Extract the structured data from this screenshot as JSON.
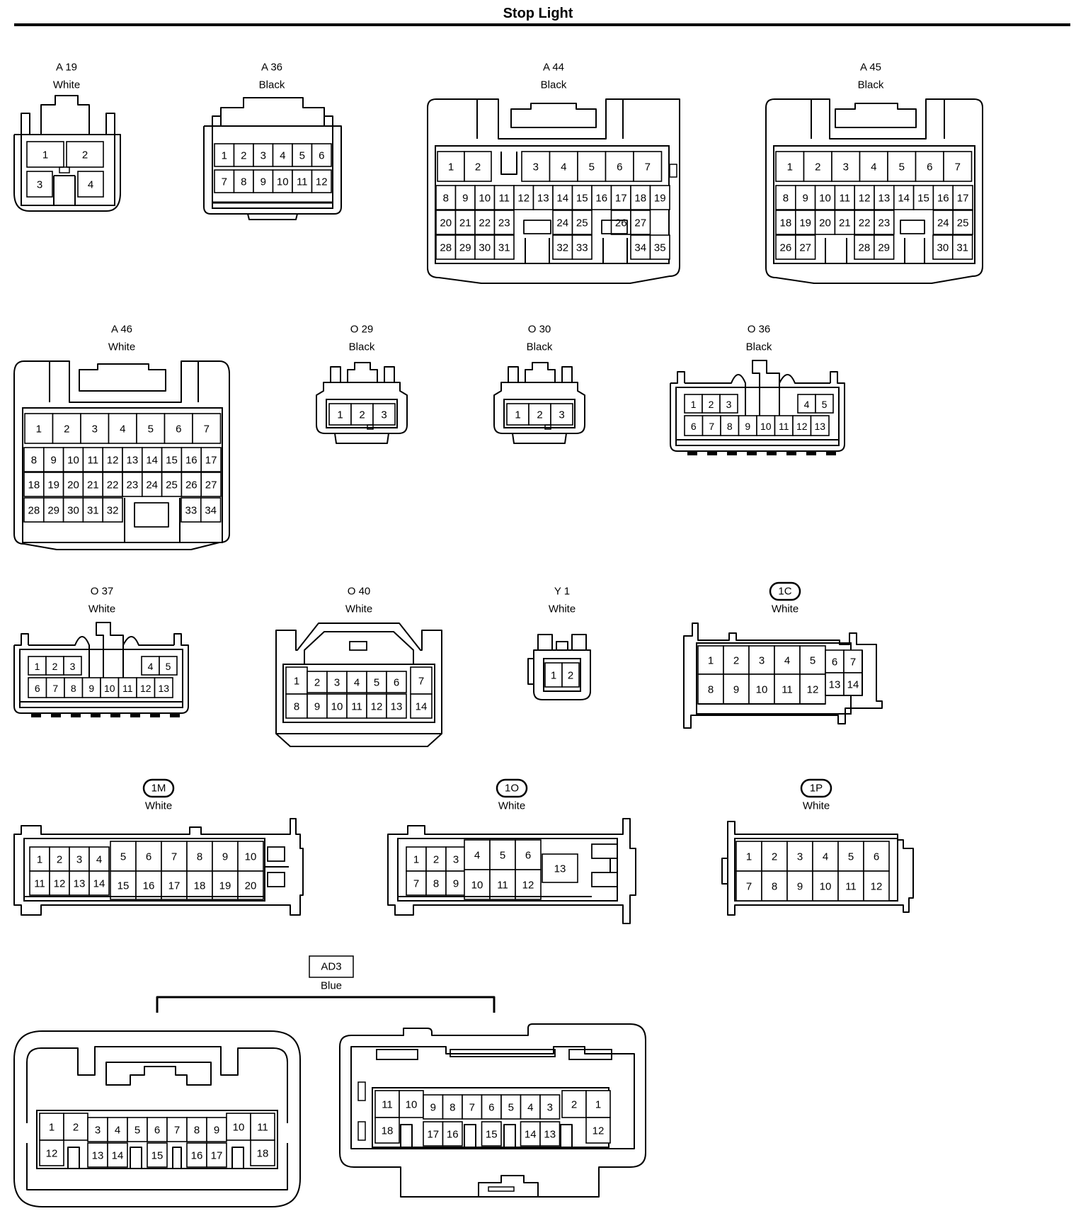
{
  "page": {
    "title": "Stop Light"
  },
  "connectors": [
    {
      "id": "a19",
      "code": "A 19",
      "color": "White",
      "badge": false,
      "pins": [
        "1",
        "2",
        "3",
        "4"
      ]
    },
    {
      "id": "a36",
      "code": "A 36",
      "color": "Black",
      "badge": false,
      "pins": [
        "1",
        "2",
        "3",
        "4",
        "5",
        "6",
        "7",
        "8",
        "9",
        "10",
        "11",
        "12"
      ]
    },
    {
      "id": "a44",
      "code": "A 44",
      "color": "Black",
      "badge": false,
      "pins": [
        "1",
        "2",
        "3",
        "4",
        "5",
        "6",
        "7",
        "8",
        "9",
        "10",
        "11",
        "12",
        "13",
        "14",
        "15",
        "16",
        "17",
        "18",
        "19",
        "20",
        "21",
        "22",
        "23",
        "24",
        "25",
        "26",
        "27",
        "28",
        "29",
        "30",
        "31",
        "32",
        "33",
        "34",
        "35"
      ]
    },
    {
      "id": "a45",
      "code": "A 45",
      "color": "Black",
      "badge": false,
      "pins": [
        "1",
        "2",
        "3",
        "4",
        "5",
        "6",
        "7",
        "8",
        "9",
        "10",
        "11",
        "12",
        "13",
        "14",
        "15",
        "16",
        "17",
        "18",
        "19",
        "20",
        "21",
        "22",
        "23",
        "24",
        "25",
        "26",
        "27",
        "28",
        "29",
        "30",
        "31"
      ]
    },
    {
      "id": "a46",
      "code": "A 46",
      "color": "White",
      "badge": false,
      "pins": [
        "1",
        "2",
        "3",
        "4",
        "5",
        "6",
        "7",
        "8",
        "9",
        "10",
        "11",
        "12",
        "13",
        "14",
        "15",
        "16",
        "17",
        "18",
        "19",
        "20",
        "21",
        "22",
        "23",
        "24",
        "25",
        "26",
        "27",
        "28",
        "29",
        "30",
        "31",
        "32",
        "33",
        "34"
      ]
    },
    {
      "id": "o29",
      "code": "O 29",
      "color": "Black",
      "badge": false,
      "pins": [
        "1",
        "2",
        "3"
      ]
    },
    {
      "id": "o30",
      "code": "O 30",
      "color": "Black",
      "badge": false,
      "pins": [
        "1",
        "2",
        "3"
      ]
    },
    {
      "id": "o36",
      "code": "O 36",
      "color": "Black",
      "badge": false,
      "pins": [
        "1",
        "2",
        "3",
        "4",
        "5",
        "6",
        "7",
        "8",
        "9",
        "10",
        "11",
        "12",
        "13"
      ]
    },
    {
      "id": "o37",
      "code": "O 37",
      "color": "White",
      "badge": false,
      "pins": [
        "1",
        "2",
        "3",
        "4",
        "5",
        "6",
        "7",
        "8",
        "9",
        "10",
        "11",
        "12",
        "13"
      ]
    },
    {
      "id": "o40",
      "code": "O 40",
      "color": "White",
      "badge": false,
      "pins": [
        "1",
        "2",
        "3",
        "4",
        "5",
        "6",
        "7",
        "8",
        "9",
        "10",
        "11",
        "12",
        "13",
        "14"
      ]
    },
    {
      "id": "y1",
      "code": "Y 1",
      "color": "White",
      "badge": false,
      "pins": [
        "1",
        "2"
      ]
    },
    {
      "id": "c1c",
      "code": "1C",
      "color": "White",
      "badge": true,
      "pins": [
        "1",
        "2",
        "3",
        "4",
        "5",
        "6",
        "7",
        "8",
        "9",
        "10",
        "11",
        "12",
        "13",
        "14"
      ]
    },
    {
      "id": "c1m",
      "code": "1M",
      "color": "White",
      "badge": true,
      "pins": [
        "1",
        "2",
        "3",
        "4",
        "5",
        "6",
        "7",
        "8",
        "9",
        "10",
        "11",
        "12",
        "13",
        "14",
        "15",
        "16",
        "17",
        "18",
        "19",
        "20"
      ]
    },
    {
      "id": "c1o",
      "code": "1O",
      "color": "White",
      "badge": true,
      "pins": [
        "1",
        "2",
        "3",
        "4",
        "5",
        "6",
        "7",
        "8",
        "9",
        "10",
        "11",
        "12",
        "13"
      ]
    },
    {
      "id": "c1p",
      "code": "1P",
      "color": "White",
      "badge": true,
      "pins": [
        "1",
        "2",
        "3",
        "4",
        "5",
        "6",
        "7",
        "8",
        "9",
        "10",
        "11",
        "12"
      ]
    },
    {
      "id": "ad3",
      "code": "AD3",
      "color": "Blue",
      "badge": "box",
      "pins": [
        "1",
        "2",
        "3",
        "4",
        "5",
        "6",
        "7",
        "8",
        "9",
        "10",
        "11",
        "12",
        "13",
        "14",
        "15",
        "16",
        "17",
        "18"
      ]
    }
  ]
}
